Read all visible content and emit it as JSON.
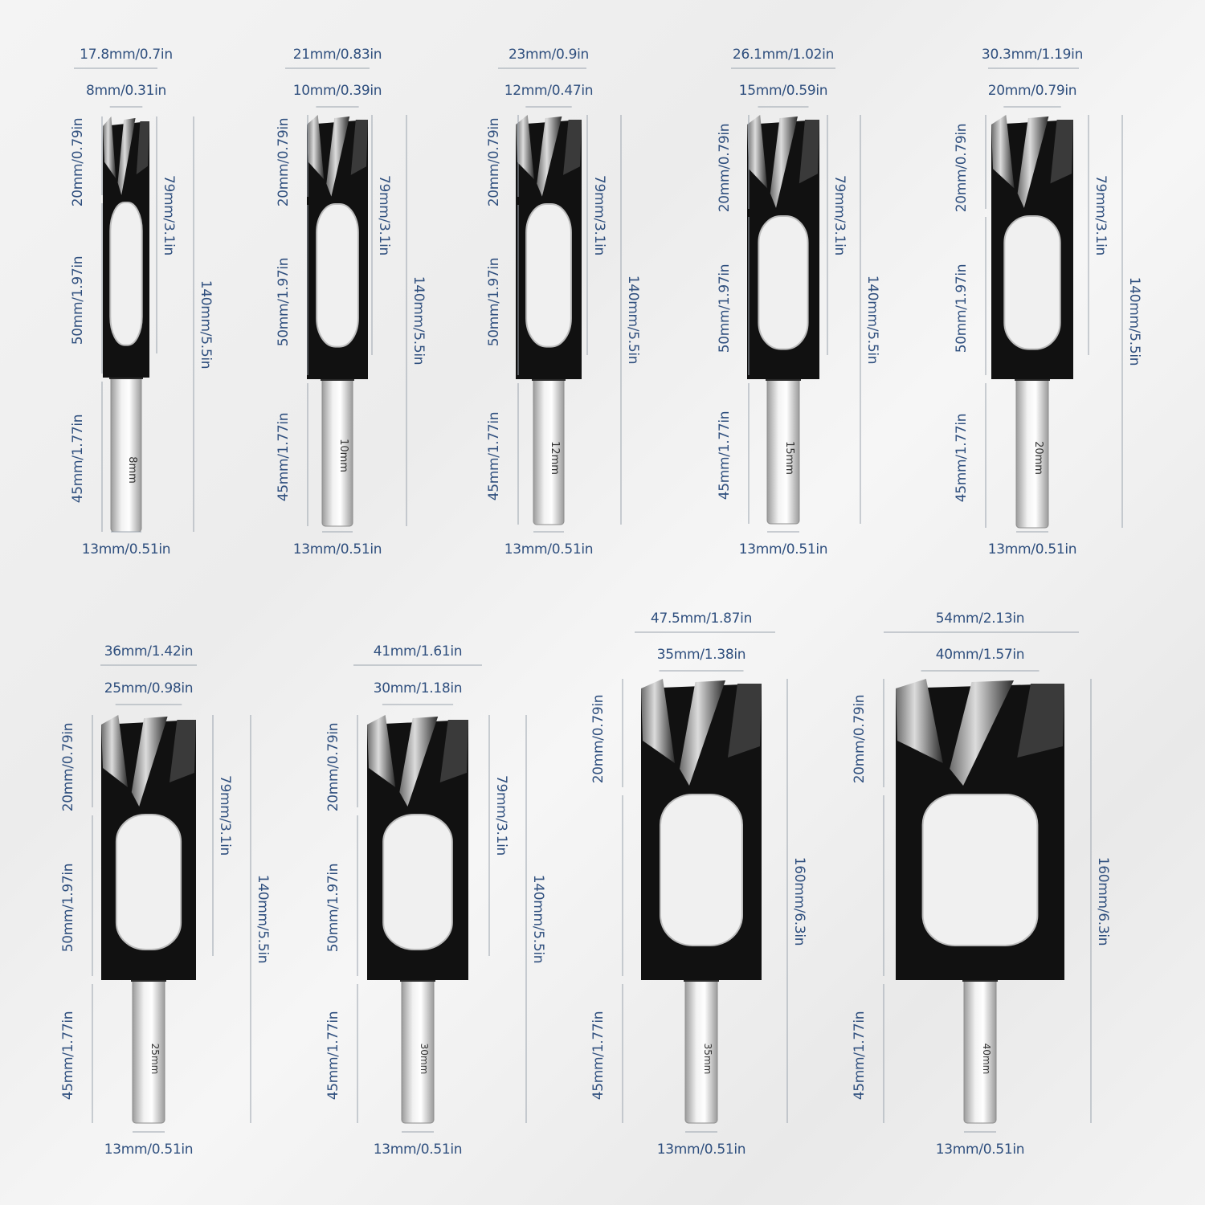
{
  "bits": [
    {
      "shank_label": "8mm",
      "tip_outer": "17.8mm/0.7in",
      "tip_inner": "8mm/0.31in",
      "cutter_len": "20mm/0.79in",
      "body_len": "50mm/1.97in",
      "shank_len": "45mm/1.77in",
      "head_len": "79mm/3.1in",
      "total_len": "140mm/5.5in",
      "shank_dia": "13mm/0.51in"
    },
    {
      "shank_label": "10mm",
      "tip_outer": "21mm/0.83in",
      "tip_inner": "10mm/0.39in",
      "cutter_len": "20mm/0.79in",
      "body_len": "50mm/1.97in",
      "shank_len": "45mm/1.77in",
      "head_len": "79mm/3.1in",
      "total_len": "140mm/5.5in",
      "shank_dia": "13mm/0.51in"
    },
    {
      "shank_label": "12mm",
      "tip_outer": "23mm/0.9in",
      "tip_inner": "12mm/0.47in",
      "cutter_len": "20mm/0.79in",
      "body_len": "50mm/1.97in",
      "shank_len": "45mm/1.77in",
      "head_len": "79mm/3.1in",
      "total_len": "140mm/5.5in",
      "shank_dia": "13mm/0.51in"
    },
    {
      "shank_label": "15mm",
      "tip_outer": "26.1mm/1.02in",
      "tip_inner": "15mm/0.59in",
      "cutter_len": "20mm/0.79in",
      "body_len": "50mm/1.97in",
      "shank_len": "45mm/1.77in",
      "head_len": "79mm/3.1in",
      "total_len": "140mm/5.5in",
      "shank_dia": "13mm/0.51in"
    },
    {
      "shank_label": "20mm",
      "tip_outer": "30.3mm/1.19in",
      "tip_inner": "20mm/0.79in",
      "cutter_len": "20mm/0.79in",
      "body_len": "50mm/1.97in",
      "shank_len": "45mm/1.77in",
      "head_len": "79mm/3.1in",
      "total_len": "140mm/5.5in",
      "shank_dia": "13mm/0.51in"
    },
    {
      "shank_label": "25mm",
      "tip_outer": "36mm/1.42in",
      "tip_inner": "25mm/0.98in",
      "cutter_len": "20mm/0.79in",
      "body_len": "50mm/1.97in",
      "shank_len": "45mm/1.77in",
      "head_len": "79mm/3.1in",
      "total_len": "140mm/5.5in",
      "shank_dia": "13mm/0.51in"
    },
    {
      "shank_label": "30mm",
      "tip_outer": "41mm/1.61in",
      "tip_inner": "30mm/1.18in",
      "cutter_len": "20mm/0.79in",
      "body_len": "50mm/1.97in",
      "shank_len": "45mm/1.77in",
      "head_len": "79mm/3.1in",
      "total_len": "140mm/5.5in",
      "shank_dia": "13mm/0.51in"
    },
    {
      "shank_label": "35mm",
      "tip_outer": "47.5mm/1.87in",
      "tip_inner": "35mm/1.38in",
      "cutter_len": "20mm/0.79in",
      "shank_len": "45mm/1.77in",
      "total_len": "160mm/6.3in",
      "shank_dia": "13mm/0.51in"
    },
    {
      "shank_label": "40mm",
      "tip_outer": "54mm/2.13in",
      "tip_inner": "40mm/1.57in",
      "cutter_len": "20mm/0.79in",
      "shank_len": "45mm/1.77in",
      "total_len": "160mm/6.3in",
      "shank_dia": "13mm/0.51in"
    }
  ],
  "colors": {
    "label": "#2f4f7e",
    "dimension_line": "#9aa3ad",
    "body": "#111111",
    "steel_light": "#f2f2f2",
    "steel_dark": "#9a9a9a"
  }
}
